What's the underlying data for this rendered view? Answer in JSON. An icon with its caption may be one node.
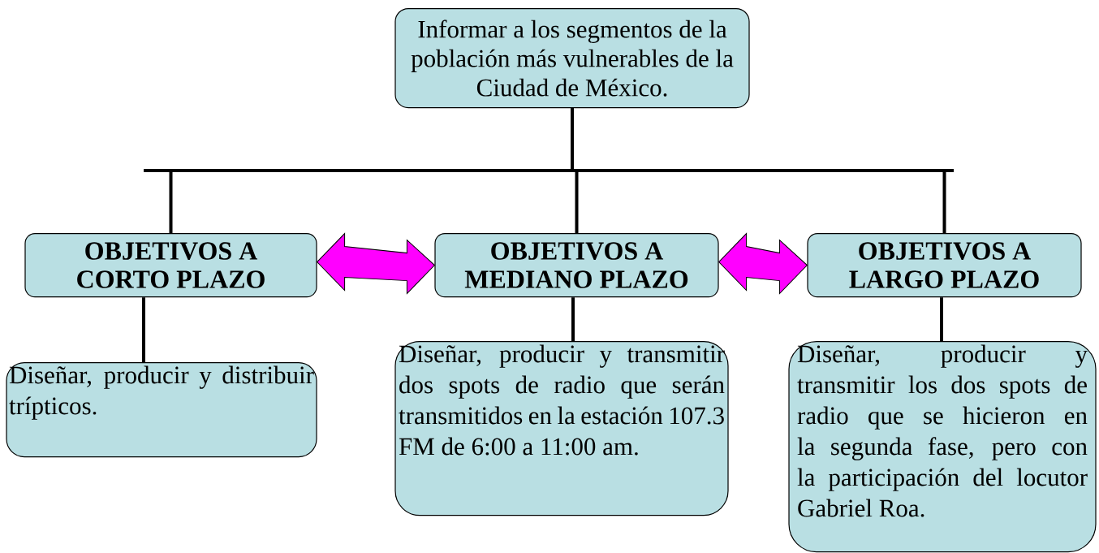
{
  "diagram": {
    "nodes": [
      {
        "text": [
          "Informar a los segmentos de la población más vulnerables de la Ciudad de México."
        ]
      },
      {
        "text": [
          "OBJETIVOS A CORTO  PLAZO"
        ]
      },
      {
        "text": [
          "OBJETIVOS A MEDIANO PLAZO"
        ]
      },
      {
        "text": [
          "OBJETIVOS A LARGO PLAZO"
        ]
      },
      {
        "text": [
          "Diseñar, producir y distribuir trípticos."
        ]
      },
      {
        "text": [
          "Diseñar, producir y transmitir dos spots de radio que serán transmitidos en la estación 107.3 FM de 6:00 a 11:00 am."
        ]
      },
      {
        "text": [
          "Diseñar, producir y transmitir los dos spots de radio que se hicieron en la segunda fase, pero con la participación del locutor Gabriel Roa."
        ]
      }
    ],
    "edges": [
      {
        "from": 0,
        "to": 1,
        "arrow": "none"
      },
      {
        "from": 0,
        "to": 2,
        "arrow": "none"
      },
      {
        "from": 0,
        "to": 3,
        "arrow": "none"
      },
      {
        "from": 1,
        "to": 2,
        "arrow": "both",
        "color": "#ff00ff"
      },
      {
        "from": 2,
        "to": 3,
        "arrow": "both",
        "color": "#ff00ff"
      },
      {
        "from": 1,
        "to": 4,
        "arrow": "none"
      },
      {
        "from": 2,
        "to": 5,
        "arrow": "none"
      },
      {
        "from": 3,
        "to": 6,
        "arrow": "none"
      }
    ]
  }
}
